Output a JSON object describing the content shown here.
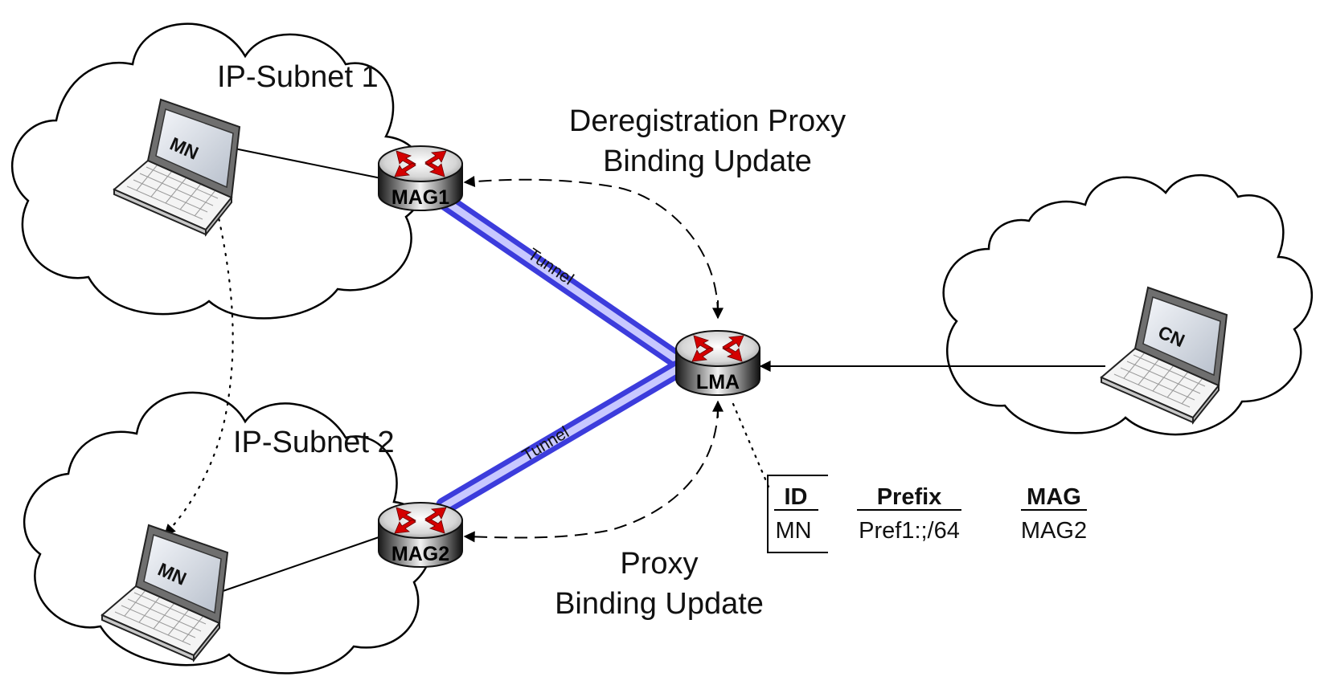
{
  "subnets": {
    "subnet1": "IP-Subnet 1",
    "subnet2": "IP-Subnet 2"
  },
  "nodes": {
    "mag1": "MAG1",
    "mag2": "MAG2",
    "lma": "LMA",
    "mn_top": "MN",
    "mn_bottom": "MN",
    "cn": "CN"
  },
  "messages": {
    "dereg_line1": "Deregistration Proxy",
    "dereg_line2": "Binding Update",
    "pbu_line1": "Proxy",
    "pbu_line2": "Binding Update"
  },
  "tunnels": {
    "upper": "Tunnel",
    "lower": "Tunnel"
  },
  "binding_table": {
    "headers": [
      "ID",
      "Prefix",
      "MAG"
    ],
    "row": [
      "MN",
      "Pref1:;/64",
      "MAG2"
    ]
  },
  "colors": {
    "tunnel": "#5a5ae6",
    "router_arrow": "#d40000",
    "router_body": "#8c8c8c"
  }
}
